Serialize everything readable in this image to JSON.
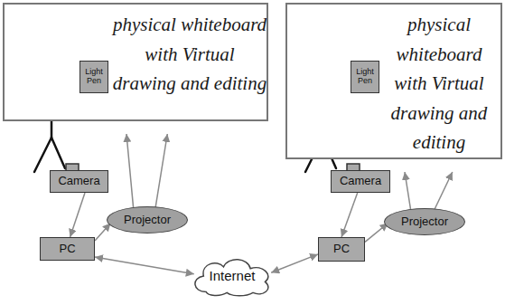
{
  "diagram": {
    "nodes": [
      {
        "text": [
          "physical whiteboard with Virtual drawing and editing"
        ]
      },
      {
        "text": [
          "Light Pen"
        ],
        "in": 0
      },
      {
        "text": [
          "Camera"
        ]
      },
      {
        "text": [
          "Projector"
        ]
      },
      {
        "text": [
          "PC"
        ]
      },
      {
        "text": [
          "Internet"
        ]
      },
      {
        "text": [
          "physical whiteboard with Virtual drawing and editing"
        ]
      },
      {
        "text": [
          "Light Pen"
        ],
        "in": 6
      },
      {
        "text": [
          "Camera"
        ]
      },
      {
        "text": [
          "Projector"
        ]
      },
      {
        "text": [
          "PC"
        ]
      }
    ],
    "edges": [
      {
        "from": 2,
        "to": 4,
        "arrow": "to"
      },
      {
        "from": 4,
        "to": 3,
        "arrow": "to"
      },
      {
        "from": 3,
        "to": 0,
        "arrow": "to"
      },
      {
        "from": 3,
        "to": 0,
        "arrow": "to"
      },
      {
        "from": 4,
        "to": 5,
        "arrow": "both"
      },
      {
        "from": 5,
        "to": 10,
        "arrow": "both"
      },
      {
        "from": 8,
        "to": 10,
        "arrow": "to"
      },
      {
        "from": 10,
        "to": 9,
        "arrow": "to"
      },
      {
        "from": 9,
        "to": 6,
        "arrow": "to"
      },
      {
        "from": 9,
        "to": 6,
        "arrow": "to"
      }
    ]
  }
}
